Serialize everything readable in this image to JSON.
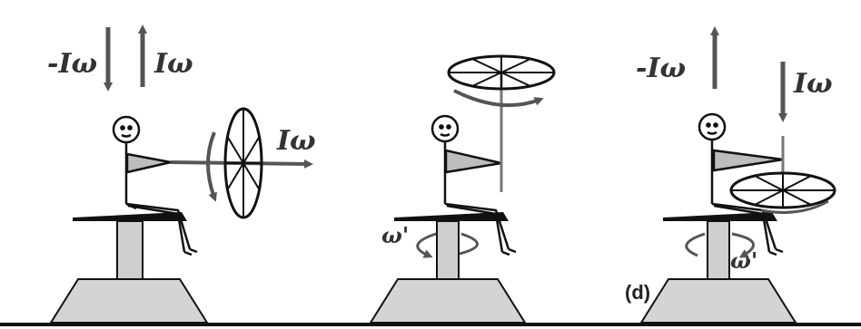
{
  "colors": {
    "ink": "#111111",
    "arrow": "#555555",
    "base": "#cfcfcf",
    "floor": "#111111"
  },
  "panels": [
    {
      "top_labels": [
        "-Iω",
        "Iω"
      ],
      "wheel_label": "Iω"
    },
    {
      "rotation_label": "ω'"
    },
    {
      "top_labels": [
        "-Iω",
        "Iω"
      ],
      "rotation_label": "ω'",
      "panel_label": "(d)"
    }
  ]
}
